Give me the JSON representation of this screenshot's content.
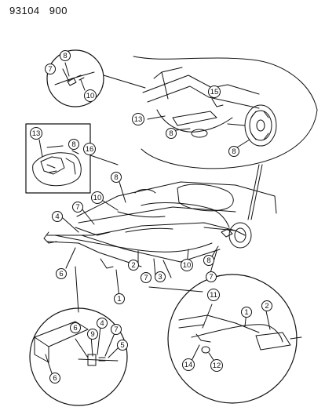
{
  "header": {
    "code_left": "93104",
    "code_right": "900"
  },
  "callouts": {
    "top_inset": [
      {
        "id": "t8",
        "label": "8"
      },
      {
        "id": "t7",
        "label": "7"
      },
      {
        "id": "t10",
        "label": "10"
      }
    ],
    "top_right": [
      {
        "id": "r15",
        "label": "15"
      },
      {
        "id": "r13",
        "label": "13"
      },
      {
        "id": "r8a",
        "label": "8"
      },
      {
        "id": "r8b",
        "label": "8"
      }
    ],
    "left_box": [
      {
        "id": "l13",
        "label": "13"
      },
      {
        "id": "l8",
        "label": "8"
      },
      {
        "id": "l16",
        "label": "16"
      }
    ],
    "main": [
      {
        "id": "m8",
        "label": "8"
      },
      {
        "id": "m10a",
        "label": "10"
      },
      {
        "id": "m7a",
        "label": "7"
      },
      {
        "id": "m4",
        "label": "4"
      },
      {
        "id": "m6",
        "label": "6"
      },
      {
        "id": "m3",
        "label": "3"
      },
      {
        "id": "m7b",
        "label": "7"
      },
      {
        "id": "m2",
        "label": "2"
      },
      {
        "id": "m10b",
        "label": "10"
      },
      {
        "id": "m8b",
        "label": "8"
      },
      {
        "id": "m7c",
        "label": "7"
      },
      {
        "id": "m1",
        "label": "1"
      }
    ],
    "bottom_left": [
      {
        "id": "b6a",
        "label": "6"
      },
      {
        "id": "b9",
        "label": "9"
      },
      {
        "id": "b4",
        "label": "4"
      },
      {
        "id": "b7",
        "label": "7"
      },
      {
        "id": "b5",
        "label": "5"
      },
      {
        "id": "b6b",
        "label": "6"
      }
    ],
    "bottom_right": [
      {
        "id": "br11",
        "label": "11"
      },
      {
        "id": "br1",
        "label": "1"
      },
      {
        "id": "br2",
        "label": "2"
      },
      {
        "id": "br14",
        "label": "14"
      },
      {
        "id": "br12",
        "label": "12"
      }
    ]
  }
}
